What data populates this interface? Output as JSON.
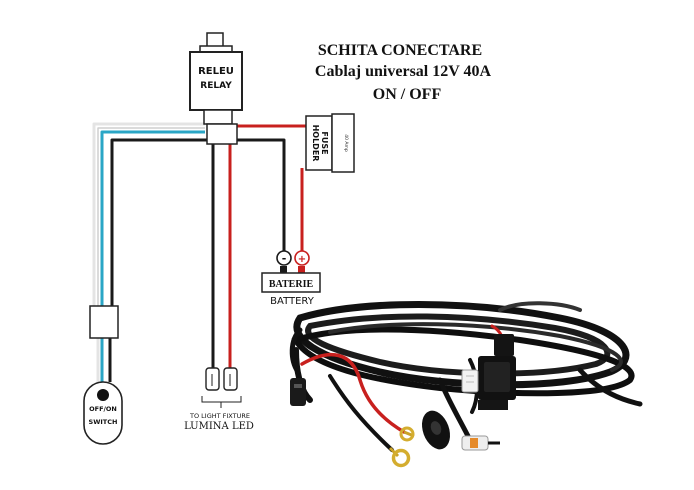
{
  "title": {
    "line1": "SCHITA CONECTARE",
    "line2": "Cablaj universal 12V 40A",
    "line3": "ON / OFF"
  },
  "relay": {
    "label_ro": "RELEU",
    "label_en": "RELAY"
  },
  "fuse": {
    "label_line1": "FUSE",
    "label_line2": "HOLDER",
    "rating_text": "40 Amp"
  },
  "battery": {
    "minus_sign": "-",
    "plus_sign": "+",
    "label_ro": "BATERIE",
    "label_en": "BATTERY"
  },
  "switch": {
    "label_top": "OFF/ON",
    "label_bottom": "SWITCH"
  },
  "light": {
    "label_en": "TO LIGHT FIXTURE",
    "label_ro": "LUMINA LED"
  },
  "colors": {
    "wire_red": "#c8201e",
    "wire_black": "#1a1a1a",
    "wire_blue": "#2aa6c6",
    "wire_white": "#e4e4e4"
  }
}
